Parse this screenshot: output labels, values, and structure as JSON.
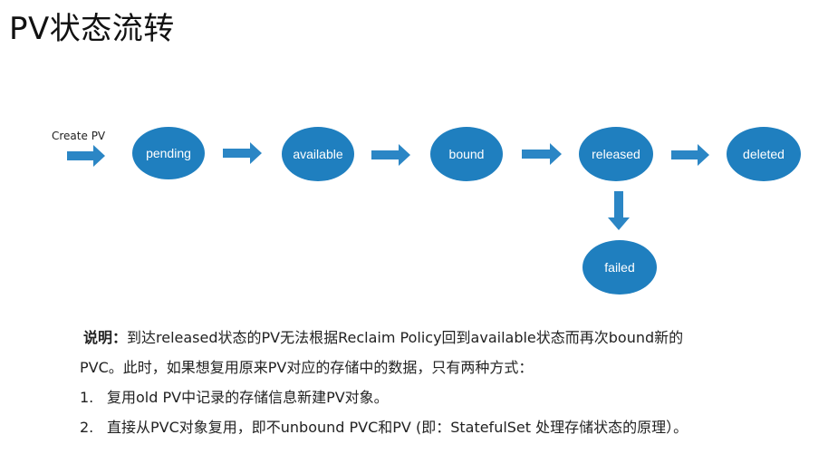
{
  "title": "PV状态流转",
  "diagram": {
    "create_label": "Create PV",
    "states": {
      "pending": "pending",
      "available": "available",
      "bound": "bound",
      "released": "released",
      "deleted": "deleted",
      "failed": "failed"
    },
    "colors": {
      "node": "#1f7fbf",
      "arrow": "#2b86c5"
    }
  },
  "notes": {
    "label": "说明：",
    "text_line1": "到达released状态的PV无法根据Reclaim Policy回到available状态而再次bound新的",
    "text_line2": "PVC。此时，如果想复用原来PV对应的存储中的数据，只有两种方式：",
    "items": [
      {
        "num": "1.",
        "text": "复用old PV中记录的存储信息新建PV对象。"
      },
      {
        "num": "2.",
        "text": "直接从PVC对象复用，即不unbound PVC和PV (即：StatefulSet 处理存储状态的原理）。"
      }
    ]
  }
}
